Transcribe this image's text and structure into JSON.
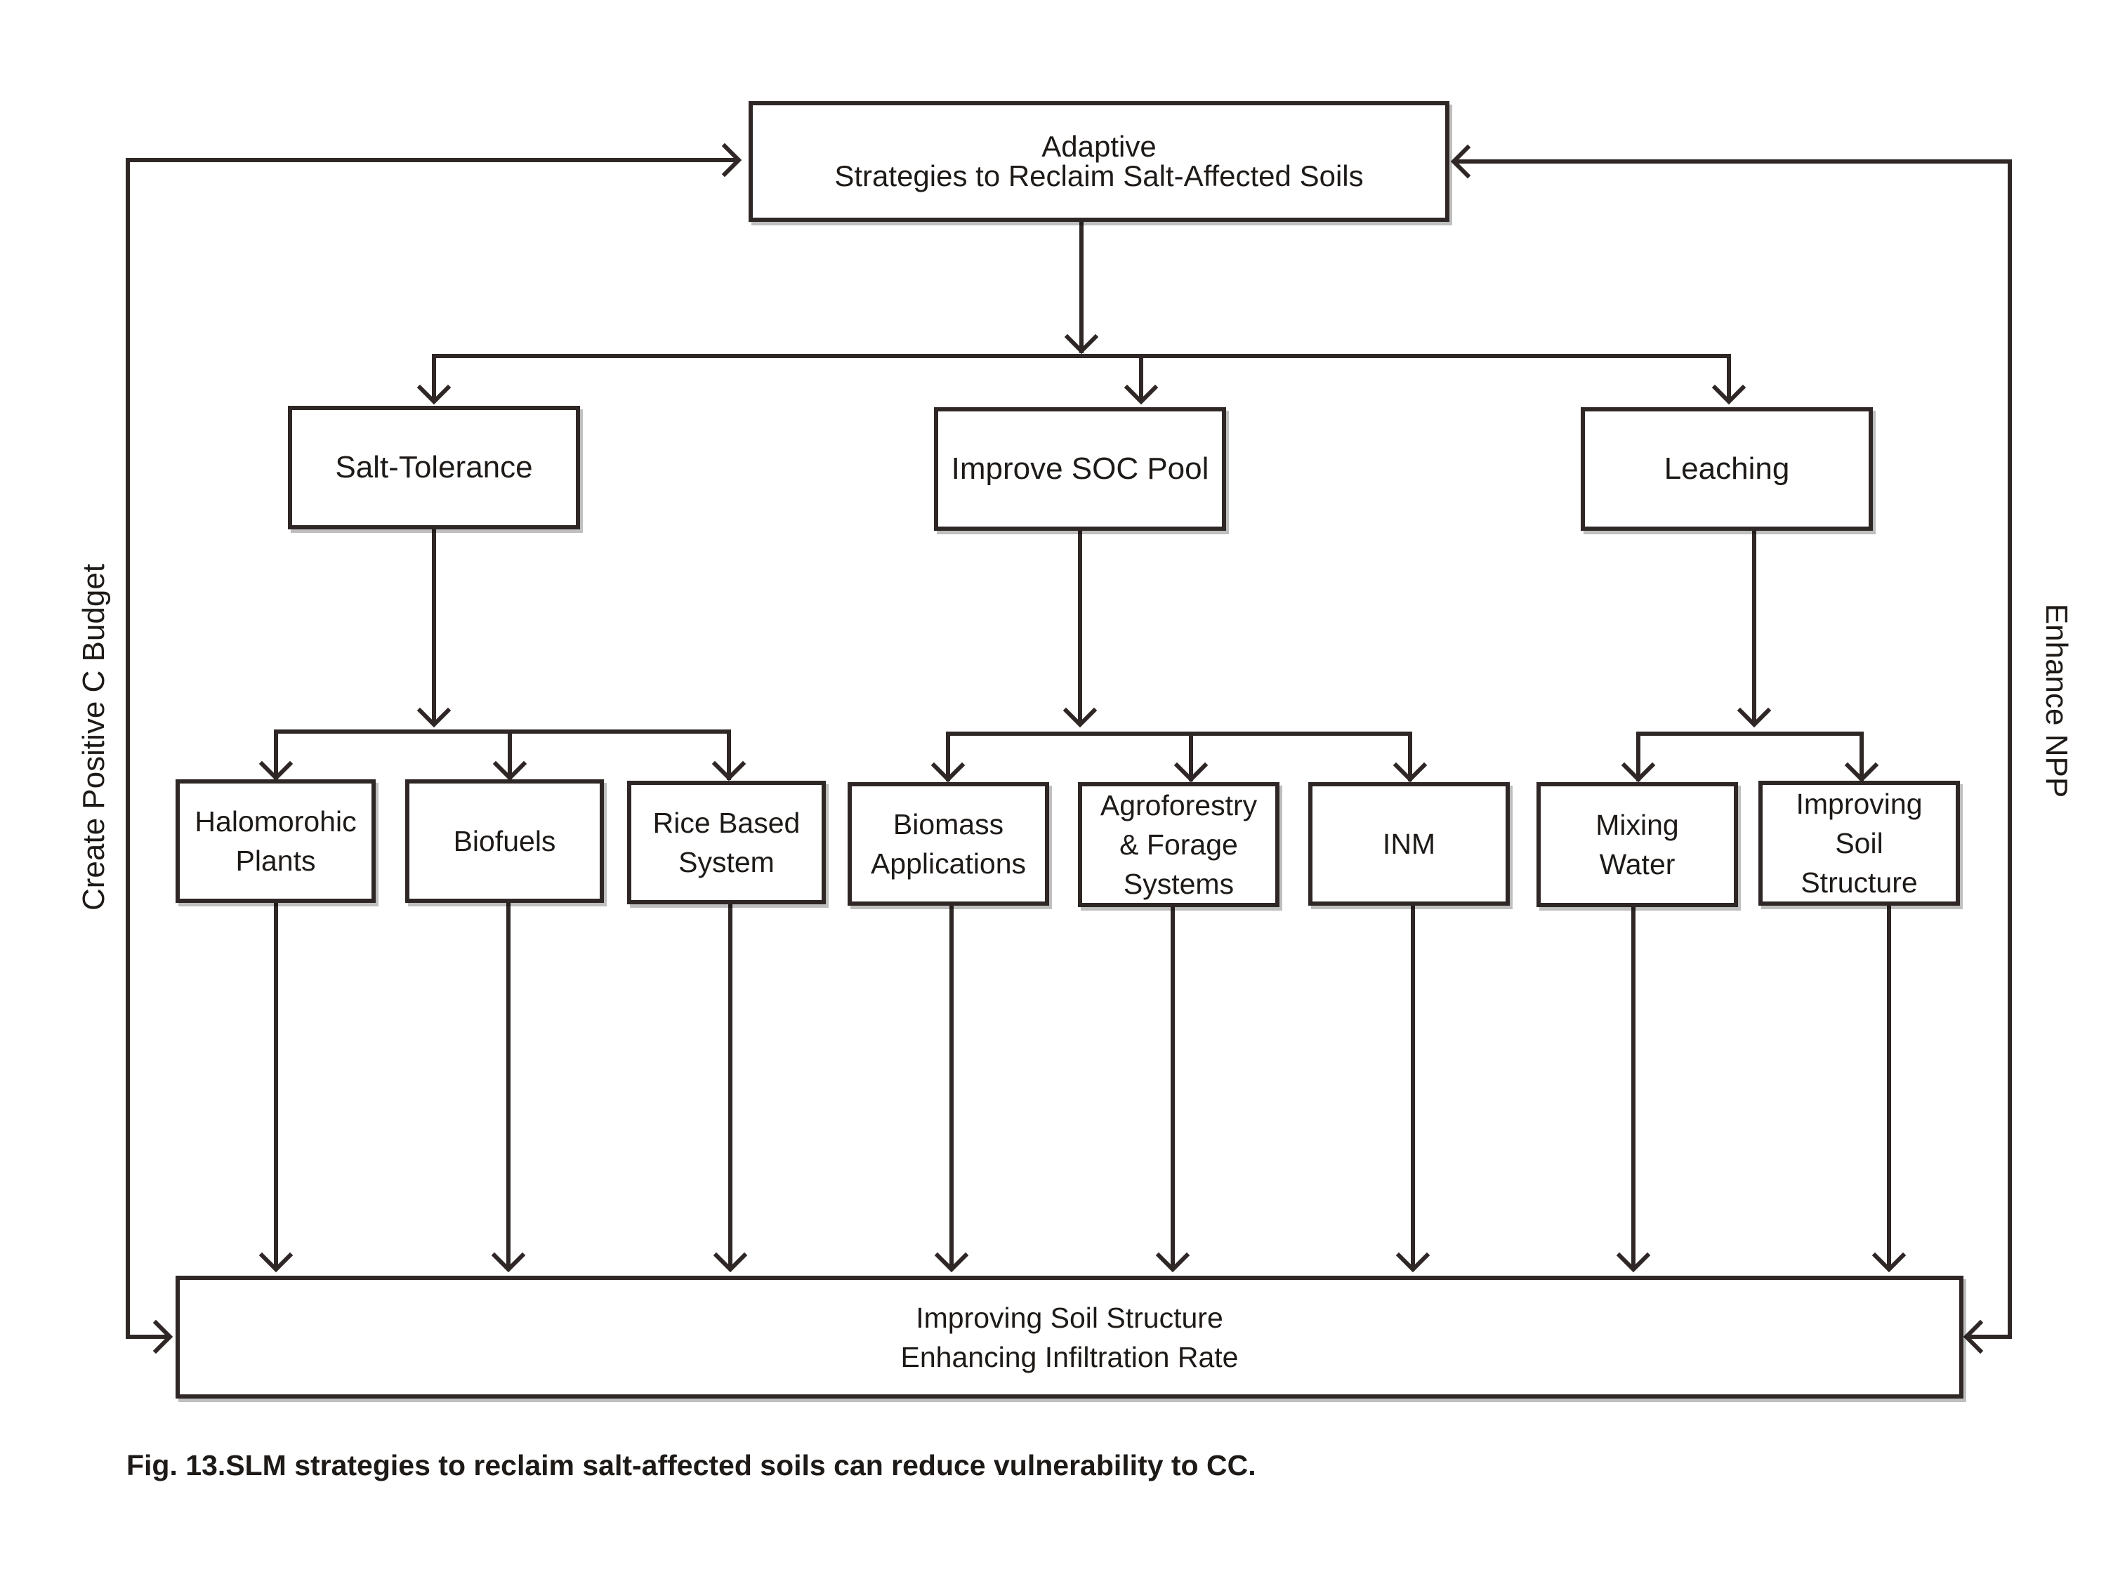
{
  "diagram": {
    "top_box": {
      "line1": "Adaptive",
      "line2": "Strategies to Reclaim Salt-Affected Soils"
    },
    "categories": [
      {
        "label": "Salt-Tolerance"
      },
      {
        "label": "Improve SOC Pool"
      },
      {
        "label": "Leaching"
      }
    ],
    "items": [
      {
        "lines": [
          "Halomorohic",
          "Plants"
        ]
      },
      {
        "lines": [
          "Biofuels"
        ]
      },
      {
        "lines": [
          "Rice Based",
          "System"
        ]
      },
      {
        "lines": [
          "Biomass",
          "Applications"
        ]
      },
      {
        "lines": [
          "Agroforestry",
          "& Forage",
          "Systems"
        ]
      },
      {
        "lines": [
          "INM"
        ]
      },
      {
        "lines": [
          "Mixing",
          "Water"
        ]
      },
      {
        "lines": [
          "Improving",
          "Soil",
          "Structure"
        ]
      }
    ],
    "bottom_box": {
      "line1": "Improving Soil Structure",
      "line2": "Enhancing Infiltration Rate"
    },
    "left_label": "Create Positive C Budget",
    "right_label": "Enhance NPP"
  },
  "caption": "Fig. 13.SLM strategies to reclaim salt-affected soils can reduce vulnerability to CC."
}
